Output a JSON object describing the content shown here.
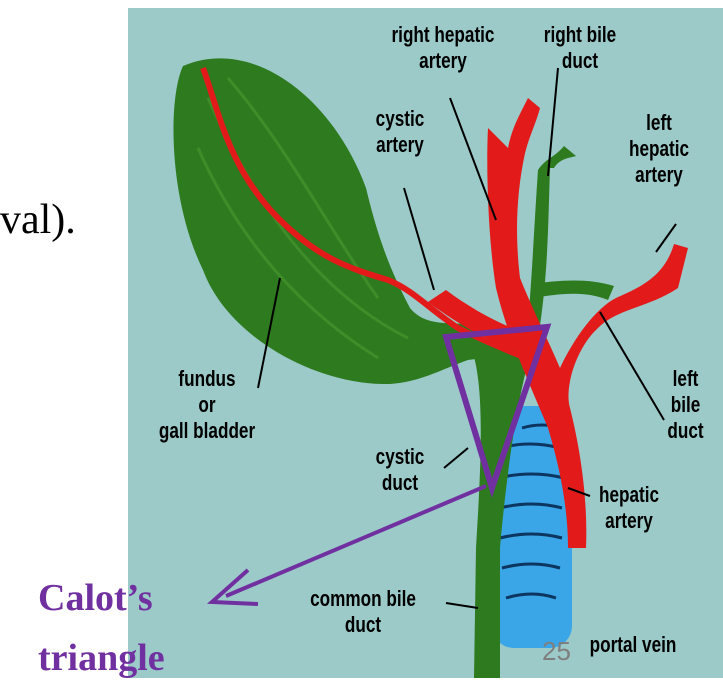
{
  "slide": {
    "text_fragment": "val).",
    "page_number": "25",
    "callout": {
      "line1": "Calot’s",
      "line2": "triangle",
      "color": "#7030a0"
    }
  },
  "diagram": {
    "background": "#9ccac9",
    "colors": {
      "gallbladder": "#2e7a1f",
      "artery": "#e21a1a",
      "vein": "#3aa6e8"
    },
    "labels": {
      "right_hepatic_artery": [
        "right hepatic",
        "artery"
      ],
      "right_bile_duct": [
        "right bile",
        "duct"
      ],
      "cystic_artery": [
        "cystic",
        "artery"
      ],
      "left_hepatic_artery": [
        "left",
        "hepatic",
        "artery"
      ],
      "fundus": [
        "fundus",
        "or",
        "gall bladder"
      ],
      "left_bile_duct": [
        "left",
        "bile",
        "duct"
      ],
      "cystic_duct": [
        "cystic",
        "duct"
      ],
      "hepatic_artery": [
        "hepatic",
        "artery"
      ],
      "common_bile_duct": [
        "common bile",
        "duct"
      ],
      "portal_vein": [
        "portal vein"
      ]
    }
  }
}
